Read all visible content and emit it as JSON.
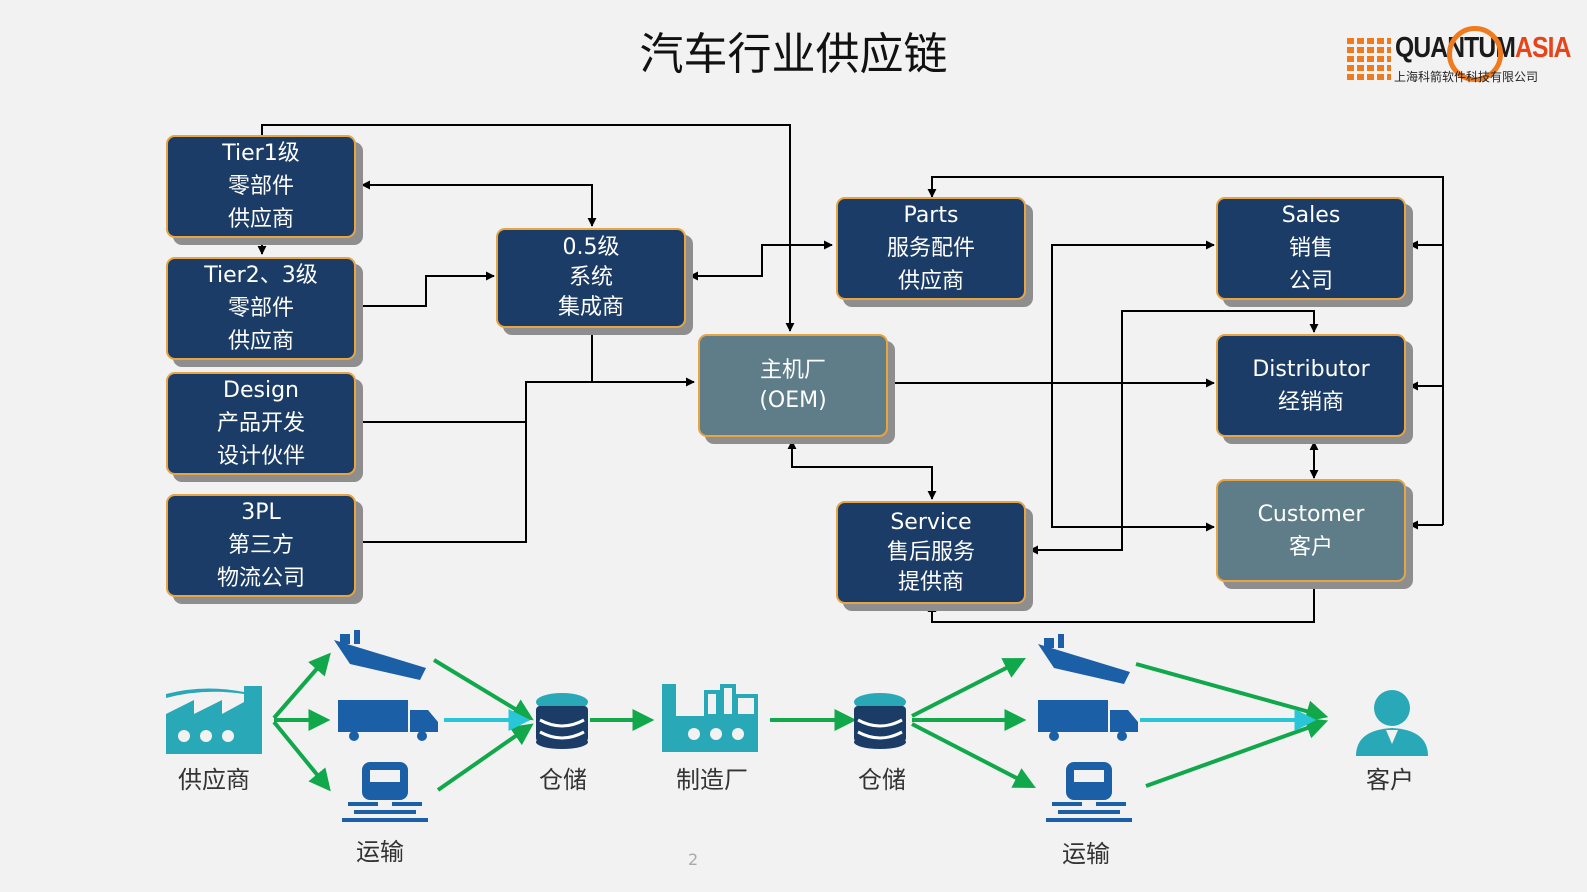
{
  "title": "汽车行业供应链",
  "logo": {
    "name_main": "QUANTUM",
    "name_accent": "ASIA",
    "subtitle": "上海科箭软件科技有限公司"
  },
  "boxes": {
    "tier1": [
      "Tier1级",
      "零部件",
      "供应商"
    ],
    "tier23": [
      "Tier2、3级",
      "零部件",
      "供应商"
    ],
    "design": [
      "Design",
      "产品开发",
      "设计伙伴"
    ],
    "tpl": [
      "3PL",
      "第三方",
      "物流公司"
    ],
    "integrator": [
      "0.5级",
      "系统",
      "集成商"
    ],
    "oem": [
      "主机厂",
      "(OEM)"
    ],
    "parts": [
      "Parts",
      "服务配件",
      "供应商"
    ],
    "service": [
      "Service",
      "售后服务",
      "提供商"
    ],
    "sales": [
      "Sales",
      "销售",
      "公司"
    ],
    "distributor": [
      "Distributor",
      "经销商"
    ],
    "customer": [
      "Customer",
      "客户"
    ]
  },
  "flow": {
    "supplier": "供应商",
    "warehouse1": "仓储",
    "factory": "制造厂",
    "warehouse2": "仓储",
    "transport1": "运输",
    "transport2": "运输",
    "customer": "客户"
  },
  "colors": {
    "navy": "#1b3c66",
    "gray": "#5e7d89",
    "border": "#e7a443",
    "teal": "#29a9b8",
    "green": "#10a84a"
  },
  "page_number": "2"
}
